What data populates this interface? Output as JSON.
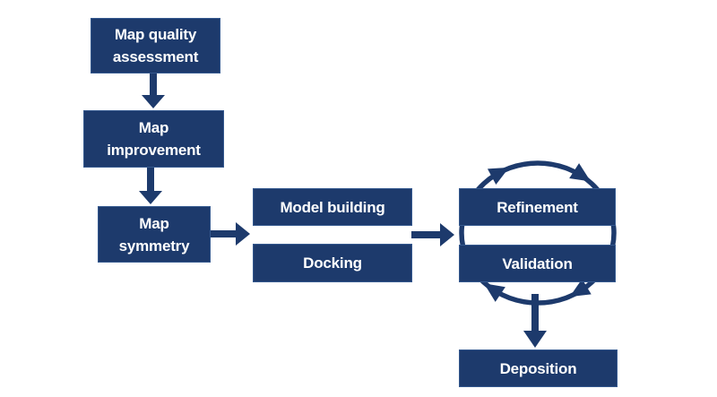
{
  "diagram": {
    "nodes": [
      {
        "id": "map-quality-assessment",
        "label": "Map quality\nassessment"
      },
      {
        "id": "map-improvement",
        "label": "Map\nimprovement"
      },
      {
        "id": "map-symmetry",
        "label": "Map\nsymmetry"
      },
      {
        "id": "model-building",
        "label": "Model building"
      },
      {
        "id": "docking",
        "label": "Docking"
      },
      {
        "id": "refinement",
        "label": "Refinement"
      },
      {
        "id": "validation",
        "label": "Validation"
      },
      {
        "id": "deposition",
        "label": "Deposition"
      }
    ],
    "edges": [
      {
        "from": "map-quality-assessment",
        "to": "map-improvement",
        "style": "block-arrow-down"
      },
      {
        "from": "map-improvement",
        "to": "map-symmetry",
        "style": "block-arrow-down"
      },
      {
        "from": "map-symmetry",
        "to": "model-building / docking",
        "style": "block-arrow-right"
      },
      {
        "from": "model-building / docking",
        "to": "refinement / validation",
        "style": "block-arrow-right"
      },
      {
        "from": "refinement",
        "to": "validation",
        "style": "circular-cycle-clockwise-4-arrowheads"
      },
      {
        "from": "refinement / validation cycle",
        "to": "deposition",
        "style": "block-arrow-down"
      }
    ],
    "colors": {
      "node_fill": "#1d3a6c",
      "node_border": "#35598f",
      "arrow": "#1d3a6c",
      "text": "#ffffff",
      "background": "#ffffff"
    }
  }
}
